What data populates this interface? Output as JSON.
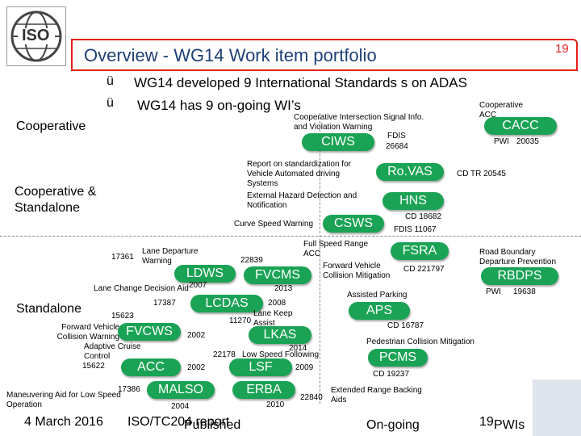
{
  "header": {
    "title": "Overview - WG14 Work item portfolio",
    "slide_number": "19",
    "logo_text": "ISO",
    "accent_color": "#e5211c",
    "pill_color": "#1aa355",
    "title_color": "#1f3f77"
  },
  "bullets": [
    {
      "check": "ü",
      "text": "WG14 developed 9 International Standards s on ADAS"
    },
    {
      "check": "ü",
      "text": "WG14 has 9 on-going WI’s"
    }
  ],
  "categories": {
    "cooperative": "Cooperative",
    "coop_standalone": "Cooperative & Standalone",
    "standalone": "Standalone"
  },
  "items": {
    "cooperative_acc_label": "Cooperative ACC",
    "cacc": "CACC",
    "cacc_status": "PWI",
    "cacc_num": "20035",
    "ciws_desc": "Cooperative Intersection Signal Info. and Violation Warning",
    "ciws": "CIWS",
    "ciws_status": "FDIS",
    "ciws_num": "26684",
    "rovas_desc": "Report on standardization for Vehicle Automated driving Systems",
    "rovas": "Ro.VAS",
    "rovas_ref": "CD TR 20545",
    "hns_desc": "External Hazard Detection and Notification",
    "hns": "HNS",
    "hns_cd": "CD 18682",
    "cdws_desc": "Curve Speed Warning",
    "csws": "CSWS",
    "csws_fdis": "FDIS 11067",
    "fsra_desc": "Full Speed Range ACC",
    "fsra": "FSRA",
    "fvcms_desc": "Forward Vehicle Collision Mitigation",
    "fvcms_cd": "CD 221797",
    "rbdps_desc": "Road Boundary Departure Prevention",
    "rbdps": "RBDPS",
    "rbdps_status": "PWI",
    "rbdps_num": "19638",
    "ldws_num": "17361",
    "ldws_desc": "Lane Departure Warning",
    "ldws": "LDWS",
    "ldws_year": "2007",
    "fvcms_num": "22839",
    "fvcms": "FVCMS",
    "fvcms_year": "2013",
    "lcdas_desc": "Lane Change Decision Aid",
    "lcdas_num": "17387",
    "lcdas": "LCDAS",
    "lcdas_year": "2008",
    "aps_desc": "Assisted Parking",
    "aps": "APS",
    "aps_cd": "CD 16787",
    "lkas_desc": "Lane Keep Assist",
    "lkas_num": "11270",
    "lkas": "LKAS",
    "lkas_year": "2014",
    "fvcws_num": "15623",
    "fvcws_desc": "Forward Vehicle Collision Warning",
    "fvcws": "FVCWS",
    "fvcws_year": "2002",
    "pcms_desc": "Pedestrian Collision Mitigation",
    "pcms": "PCMS",
    "pcms_cd": "CD 19237",
    "acc_desc": "Adaptive Cruise Control",
    "acc_num": "15622",
    "acc": "ACC",
    "acc_year": "2002",
    "lsf_num": "22178",
    "lsf_desc": "Low Speed Following",
    "lsf": "LSF",
    "lsf_year": "2009",
    "malso_desc": "Maneuvering Aid for Low Speed Operation",
    "malso_num": "17386",
    "malso": "MALSO",
    "malso_year": "2004",
    "erba": "ERBA",
    "erba_year": "2010",
    "erba_num": "22840",
    "erba_desc": "Extended Range Backing Aids"
  },
  "footer": {
    "date": "4 March 2016",
    "org": "ISO/TC204 report",
    "published": "Published",
    "ongoing": "On-going",
    "pwi_count": "19",
    "pwi_label": "PWIs"
  }
}
